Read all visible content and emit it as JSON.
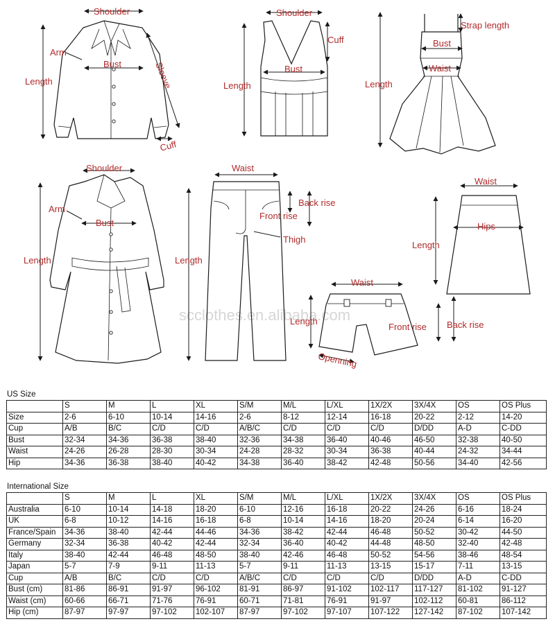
{
  "labels": {
    "shirt": {
      "shoulder": "Shoulder",
      "arm": "Arm",
      "bust": "Bust",
      "length": "Length",
      "sleeve": "Sleeve",
      "cuff": "Cuff"
    },
    "tank": {
      "shoulder": "Shoulder",
      "cuff": "Cuff",
      "bust": "Bust",
      "length": "Length"
    },
    "dress": {
      "strap_length": "Strap length",
      "bust": "Bust",
      "waist": "Waist",
      "length": "Length"
    },
    "coat": {
      "shoulder": "Shoulder",
      "arm": "Arm",
      "bust": "Bust",
      "length": "Length"
    },
    "pants": {
      "waist": "Waist",
      "back_rise": "Back rise",
      "front_rise": "Front rise",
      "thigh": "Thigh",
      "length": "Length"
    },
    "skirt": {
      "waist": "Waist",
      "hips": "Hips",
      "length": "Length"
    },
    "shorts": {
      "waist": "Waist",
      "length": "Length",
      "front_rise": "Front rise",
      "back_rise": "Back rise",
      "opening": "Openning"
    }
  },
  "watermark": "scclothes.en.alibaba.com",
  "us_table": {
    "title": "US Size",
    "header": [
      "",
      "S",
      "M",
      "L",
      "XL",
      "S/M",
      "M/L",
      "L/XL",
      "1X/2X",
      "3X/4X",
      "OS",
      "OS Plus"
    ],
    "rows": [
      [
        "Size",
        "2-6",
        "6-10",
        "10-14",
        "14-16",
        "2-6",
        "8-12",
        "12-14",
        "16-18",
        "20-22",
        "2-12",
        "14-20"
      ],
      [
        "Cup",
        "A/B",
        "B/C",
        "C/D",
        "C/D",
        "A/B/C",
        "C/D",
        "C/D",
        "C/D",
        "D/DD",
        "A-D",
        "C-DD"
      ],
      [
        "Bust",
        "32-34",
        "34-36",
        "36-38",
        "38-40",
        "32-36",
        "34-38",
        "36-40",
        "40-46",
        "46-50",
        "32-38",
        "40-50"
      ],
      [
        "Waist",
        "24-26",
        "26-28",
        "28-30",
        "30-34",
        "24-28",
        "28-32",
        "30-34",
        "36-38",
        "40-44",
        "24-32",
        "34-44"
      ],
      [
        "Hip",
        "34-36",
        "36-38",
        "38-40",
        "40-42",
        "34-38",
        "36-40",
        "38-42",
        "42-48",
        "50-56",
        "34-40",
        "42-56"
      ]
    ]
  },
  "intl_table": {
    "title": "International Size",
    "header": [
      "",
      "S",
      "M",
      "L",
      "XL",
      "S/M",
      "M/L",
      "L/XL",
      "1X/2X",
      "3X/4X",
      "OS",
      "OS Plus"
    ],
    "rows": [
      [
        "Australia",
        "6-10",
        "10-14",
        "14-18",
        "18-20",
        "6-10",
        "12-16",
        "16-18",
        "20-22",
        "24-26",
        "6-16",
        "18-24"
      ],
      [
        "UK",
        "6-8",
        "10-12",
        "14-16",
        "16-18",
        "6-8",
        "10-14",
        "14-16",
        "18-20",
        "20-24",
        "6-14",
        "16-20"
      ],
      [
        "France/Spain",
        "34-36",
        "38-40",
        "42-44",
        "44-46",
        "34-36",
        "38-42",
        "42-44",
        "46-48",
        "50-52",
        "30-42",
        "44-50"
      ],
      [
        "Germany",
        "32-34",
        "36-38",
        "40-42",
        "42-44",
        "32-34",
        "36-40",
        "40-42",
        "44-48",
        "48-50",
        "32-40",
        "42-48"
      ],
      [
        "Italy",
        "38-40",
        "42-44",
        "46-48",
        "48-50",
        "38-40",
        "42-46",
        "46-48",
        "50-52",
        "54-56",
        "38-46",
        "48-54"
      ],
      [
        "Japan",
        "5-7",
        "7-9",
        "9-11",
        "11-13",
        "5-7",
        "9-11",
        "11-13",
        "13-15",
        "15-17",
        "7-11",
        "13-15"
      ],
      [
        "Cup",
        "A/B",
        "B/C",
        "C/D",
        "C/D",
        "A/B/C",
        "C/D",
        "C/D",
        "C/D",
        "D/DD",
        "A-D",
        "C-DD"
      ],
      [
        "Bust (cm)",
        "81-86",
        "86-91",
        "91-97",
        "96-102",
        "81-91",
        "86-97",
        "91-102",
        "102-117",
        "117-127",
        "81-102",
        "91-127"
      ],
      [
        "Waist (cm)",
        "60-66",
        "66-71",
        "71-76",
        "76-91",
        "60-71",
        "71-81",
        "76-91",
        "91-97",
        "102-112",
        "60-81",
        "86-112"
      ],
      [
        "Hip (cm)",
        "87-97",
        "97-97",
        "97-102",
        "102-107",
        "87-97",
        "97-102",
        "97-107",
        "107-122",
        "127-142",
        "87-102",
        "107-142"
      ]
    ]
  }
}
